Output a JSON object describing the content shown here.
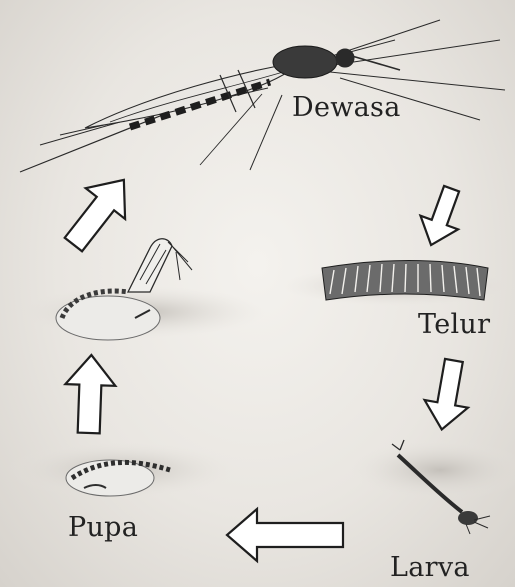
{
  "stages": {
    "adult": "Dewasa",
    "egg": "Telur",
    "larva": "Larva",
    "pupa": "Pupa"
  },
  "cycle_order": [
    "Dewasa",
    "Telur",
    "Larva",
    "Pupa"
  ],
  "colors": {
    "ink": "#222222",
    "paper": "#eeebe6",
    "water": "#cfcbc5"
  }
}
